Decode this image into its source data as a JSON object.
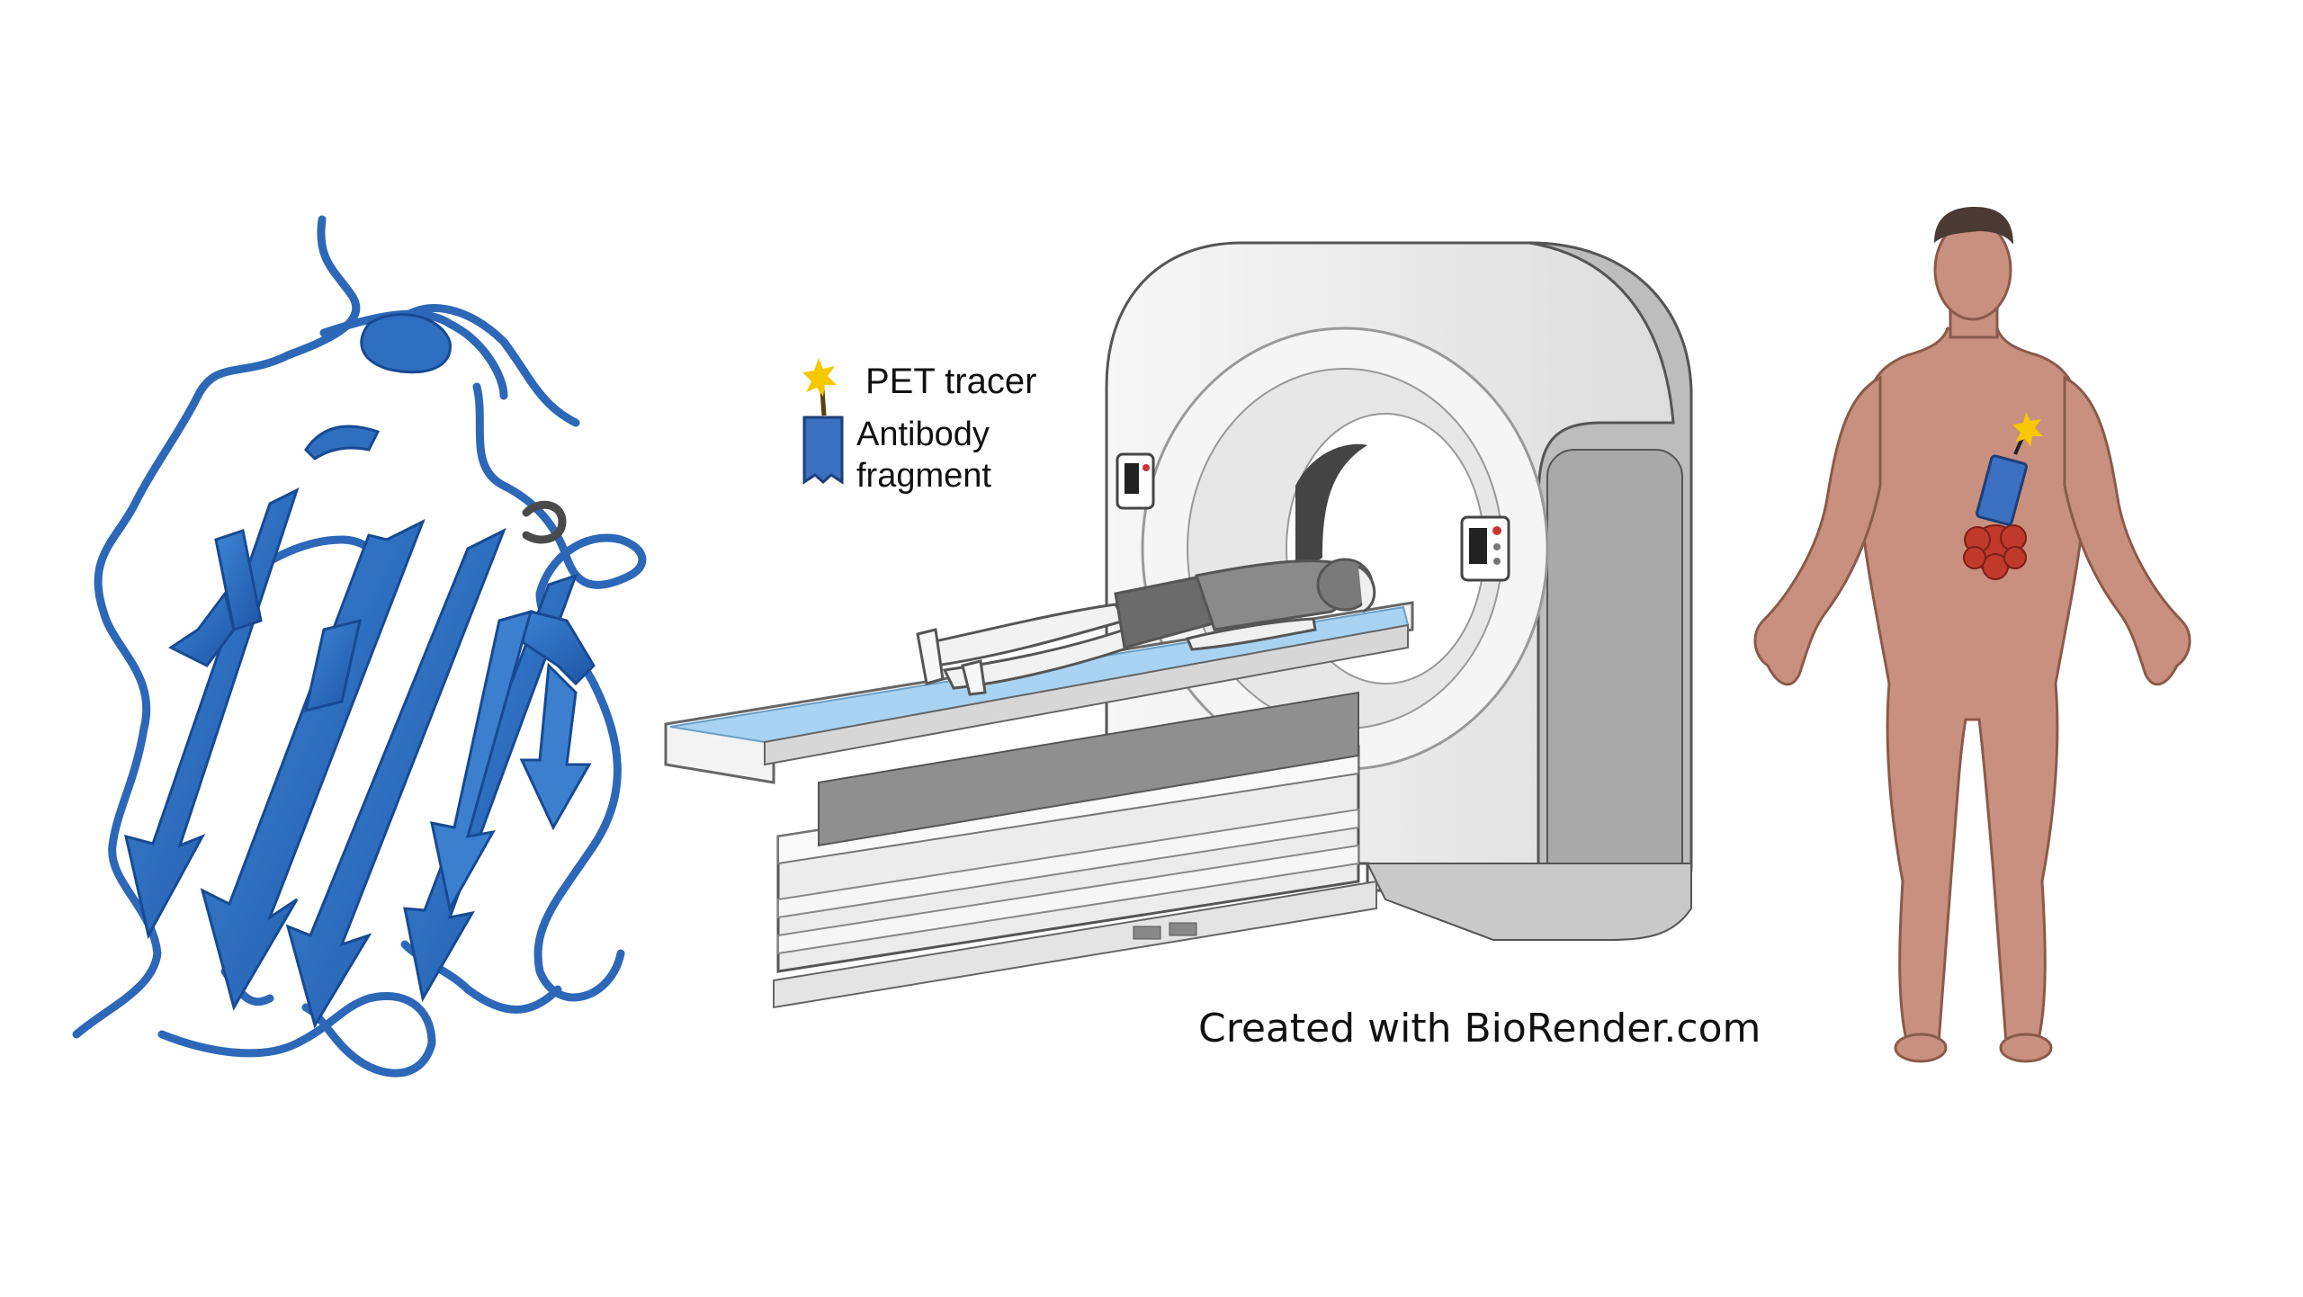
{
  "legend": {
    "pet_tracer": "PET tracer",
    "antibody_line1": "Antibody",
    "antibody_line2": "fragment"
  },
  "credit": "Created with BioRender.com",
  "colors": {
    "protein_blue": "#2f6fc0",
    "tracer_yellow": "#f5c800",
    "skin": "#c9907f",
    "tumor_red": "#c0392b",
    "scanner_white": "#f2f2f2",
    "bed_blue": "#a9d3f2"
  },
  "icons": [
    "protein-ribbon-illustration",
    "pet-scanner-illustration",
    "patient-illustration",
    "human-body-illustration",
    "tracer-star-icon",
    "antibody-fragment-icon",
    "tumor-icon"
  ]
}
